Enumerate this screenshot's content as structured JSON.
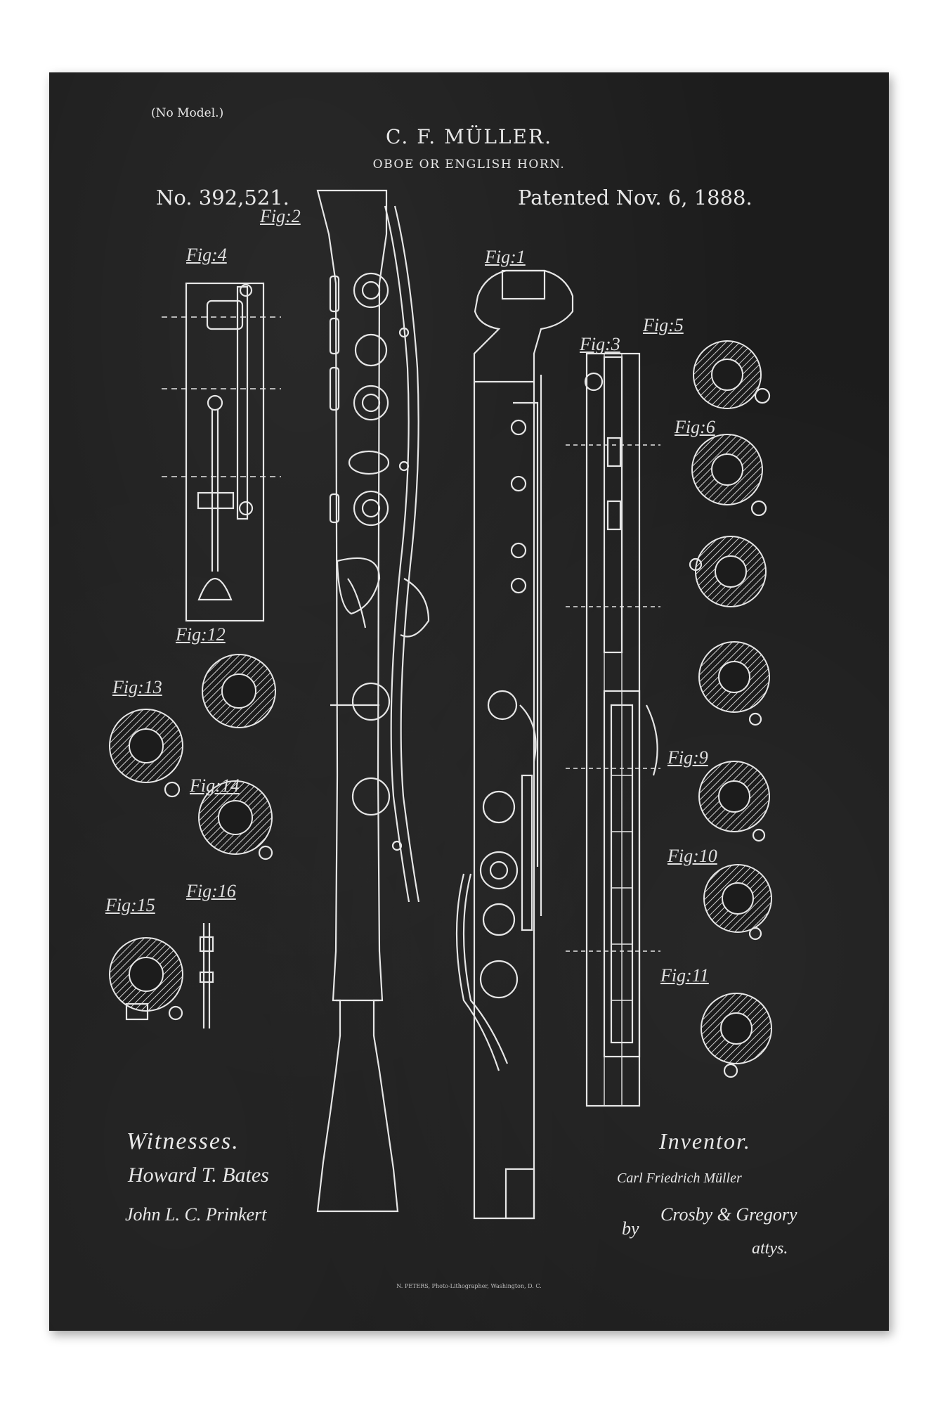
{
  "header": {
    "no_model": "(No Model.)",
    "inventor_name": "C. F. MÜLLER.",
    "subject": "OBOE OR ENGLISH HORN.",
    "patent_number": "No. 392,521.",
    "patent_date": "Patented Nov. 6, 1888."
  },
  "figures": {
    "fig1": "Fig:1",
    "fig2": "Fig:2",
    "fig3": "Fig:3",
    "fig4": "Fig:4",
    "fig5": "Fig:5",
    "fig6": "Fig:6",
    "fig9": "Fig:9",
    "fig10": "Fig:10",
    "fig11": "Fig:11",
    "fig12": "Fig:12",
    "fig13": "Fig:13",
    "fig14": "Fig:14",
    "fig15": "Fig:15",
    "fig16": "Fig:16"
  },
  "footer": {
    "witnesses_label": "Witnesses.",
    "witness_1": "Howard T. Bates",
    "witness_2": "John L. C. Prinkert",
    "inventor_label": "Inventor.",
    "inventor_signature": "Carl Friedrich Müller",
    "attorney_by": "by",
    "attorney_signature": "Crosby & Gregory",
    "attorney_suffix": "attys.",
    "engraver": "N. PETERS, Photo-Lithographer, Washington, D. C."
  },
  "colors": {
    "background": "#1c1c1c",
    "ink": "#e6e6e6"
  }
}
